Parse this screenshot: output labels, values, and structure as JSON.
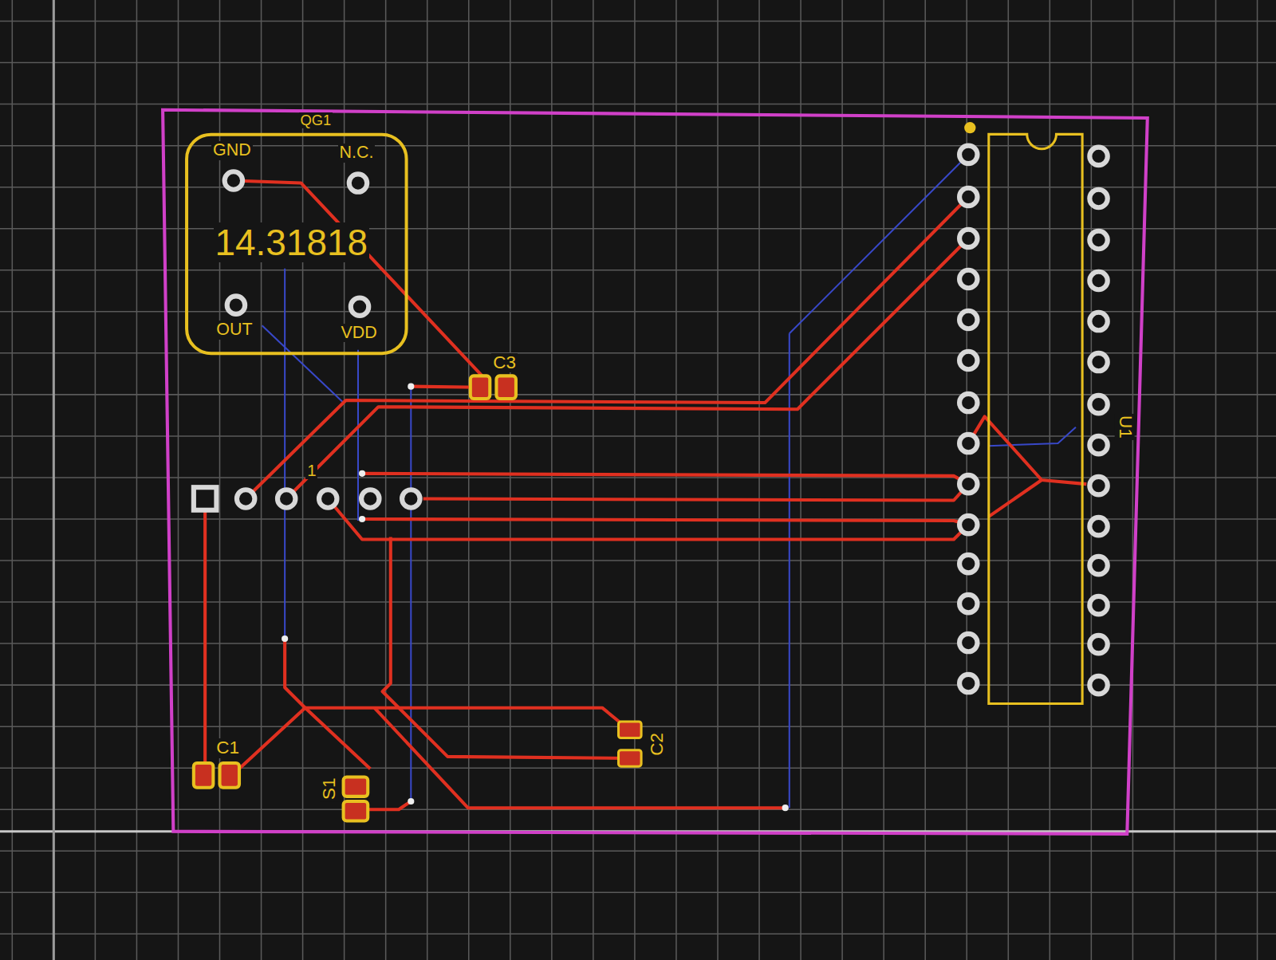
{
  "diagram": {
    "nodes": [
      {
        "text": [
          "QG1",
          "GND",
          "N.C.",
          "14.31818",
          "OUT",
          "VDD"
        ]
      }
    ],
    "labels": [
      "C3",
      "1",
      "C1",
      "S1",
      "C2",
      "U1"
    ]
  }
}
